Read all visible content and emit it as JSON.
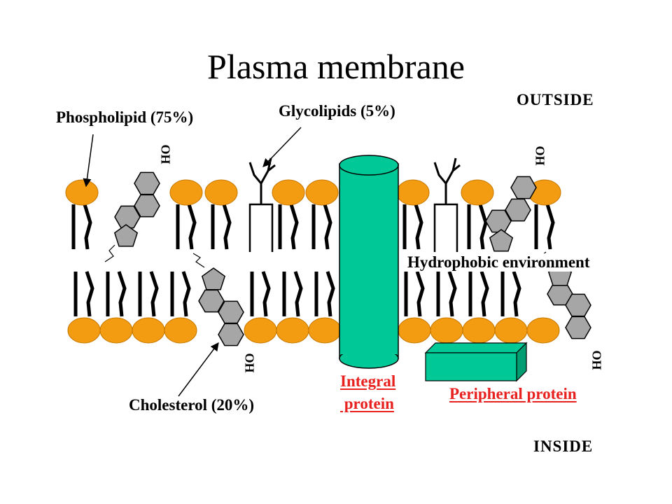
{
  "title": "Plasma membrane",
  "labels": {
    "phospholipid": "Phospholipid (75%)",
    "glycolipids": "Glycolipids (5%)",
    "outside": "OUTSIDE",
    "inside": "INSIDE",
    "hydrophobic": "Hydrophobic environment",
    "cholesterol": "Cholesterol (20%)",
    "integral_line1": "Integral",
    "integral_line2": " protein",
    "peripheral": "Peripheral protein",
    "oh": "OH"
  },
  "colors": {
    "head": "#f39c12",
    "head_stroke": "#c87800",
    "protein": "#00c896",
    "protein_dark": "#009c72",
    "cholesterol": "#a6a6a6",
    "accent_red": "#e8211f"
  }
}
